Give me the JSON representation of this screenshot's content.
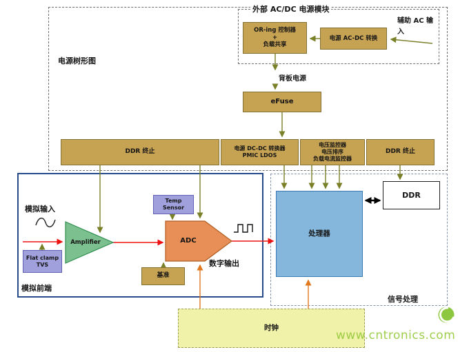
{
  "palette": {
    "box_tan": "#C6A253",
    "box_lavender": "#9FA0DC",
    "amplifier_green": "#7CC08F",
    "adc_orange": "#E78F57",
    "processor_blue": "#85B6DC",
    "clock_yellow": "#F1F2A9",
    "power_arrow_olive": "#798028",
    "signal_arrow_red": "#EE1111",
    "clock_arrow_orange": "#E2781E",
    "watermark_green": "#97C93D"
  },
  "icons": {
    "analog_signal": "sine-wave-icon",
    "digital_signal": "square-wave-icon",
    "brand": "cntronics-logo-icon"
  },
  "power_tree": {
    "label": "电源树形图",
    "external_module": {
      "title": "外部 AC/DC 电源模块",
      "oring": "OR-ing 控制器\n+\n负载共享",
      "acdc": "电源 AC-DC 转换",
      "aux_input": "辅助 AC 输入"
    },
    "backplane": "背板电源",
    "efuse": "eFuse",
    "rails": {
      "ddr_term_left": "DDR 终止",
      "dcdc_pmic": "电源 DC-DC 转换器\nPMIC LDOS",
      "monitors": "电压监控器\n电压排序\n负载电流监控器",
      "ddr_term_right": "DDR 终止"
    }
  },
  "analog_front_end": {
    "label": "模拟前端",
    "analog_input": "模拟输入",
    "tvs": "Flat clamp\nTVS",
    "amplifier": "Amplifier",
    "temp_sensor": "Temp\nSensor",
    "adc": "ADC",
    "reference": "基准",
    "digital_output": "数字输出"
  },
  "signal_processing": {
    "label": "信号处理",
    "processor": "处理器",
    "ddr": "DDR"
  },
  "clock": {
    "label": "时钟"
  },
  "watermark": {
    "text": "www.cntronics.com"
  }
}
